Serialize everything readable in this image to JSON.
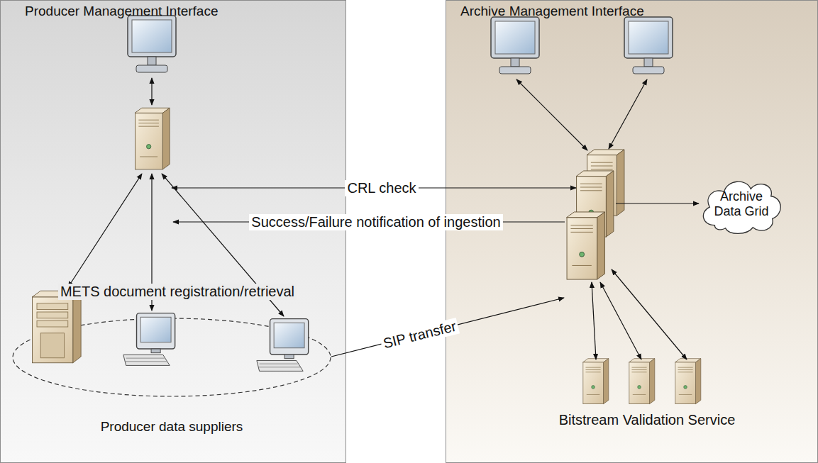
{
  "diagram": {
    "nodes": [
      {
        "text": [
          "Producer Management Interface"
        ]
      },
      {
        "text": [
          "Archive Management Interface"
        ]
      },
      {
        "text": [
          "Producer data suppliers"
        ],
        "in": 0
      },
      {
        "text": [
          "Archive Data Grid"
        ],
        "in": 1
      }
    ],
    "labels": [
      "CRL check",
      "Success/Failure notification of ingestion",
      "METS document registration/retrieval",
      "SIP transfer",
      "Bitstream Validation Service"
    ]
  }
}
